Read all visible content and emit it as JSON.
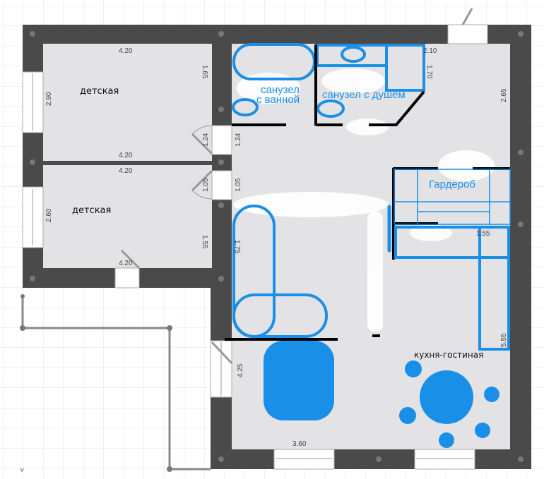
{
  "rooms": {
    "kids1": "детская",
    "kids2": "детская",
    "bath_tub_line1": "санузел",
    "bath_tub_line2": "с ванной",
    "bath_shower": "санузел с душем",
    "wardrobe": "Гардероб",
    "kitchen_living": "кухня-гостиная"
  },
  "dimensions": {
    "r1_top": "4.20",
    "r1_left": "2.90",
    "r1_right": "1.65",
    "r1_door": "1.24",
    "r1_bottom": "4.20",
    "r2_top": "4.20",
    "r2_left": "2.60",
    "r2_right": "1.55",
    "r2_door": "1.05",
    "r2_bottom": "4.20",
    "corr_door1": "1.24",
    "corr_door2": "1.05",
    "corr_side": "1.75",
    "shower_side": "1.70",
    "top_right": "2.10",
    "right_upper": "2.65",
    "wardrobe_dim": "1.55",
    "kitchen_side": "5.55",
    "bedroom_side": "4.25",
    "bedroom_bottom": "3.60"
  },
  "ui": {
    "collapse_glyph": "˅"
  },
  "colors": {
    "wall": "#4a4a4a",
    "floor": "#e3e3e5",
    "accent": "#1a8fe8"
  }
}
